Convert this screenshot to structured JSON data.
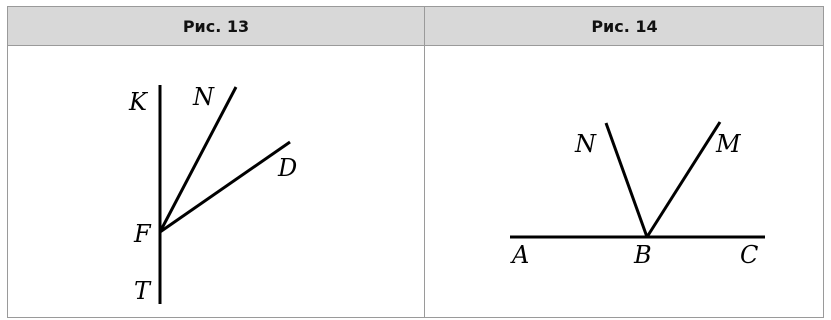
{
  "table": {
    "headers": [
      "Рис. 13",
      "Рис. 14"
    ]
  },
  "figure13": {
    "labels": {
      "K": "K",
      "N": "N",
      "D": "D",
      "F": "F",
      "T": "T"
    }
  },
  "figure14": {
    "labels": {
      "N": "N",
      "M": "M",
      "A": "A",
      "B": "B",
      "C": "C"
    }
  }
}
